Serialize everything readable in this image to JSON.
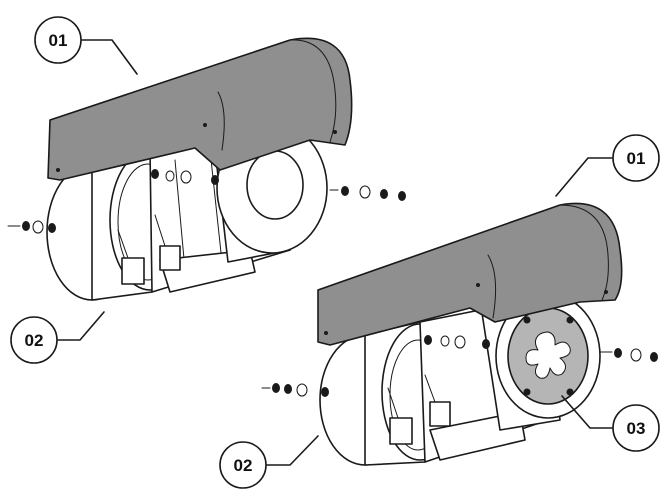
{
  "callouts": {
    "a": {
      "label": "01"
    },
    "b": {
      "label": "02"
    },
    "c": {
      "label": "01"
    },
    "d": {
      "label": "03"
    },
    "e": {
      "label": "02"
    }
  },
  "colors": {
    "shade": "#8f8f8f",
    "outline": "#1a1a1a",
    "body_fill": "#ffffff",
    "face_plate": "#b5b5b5"
  }
}
